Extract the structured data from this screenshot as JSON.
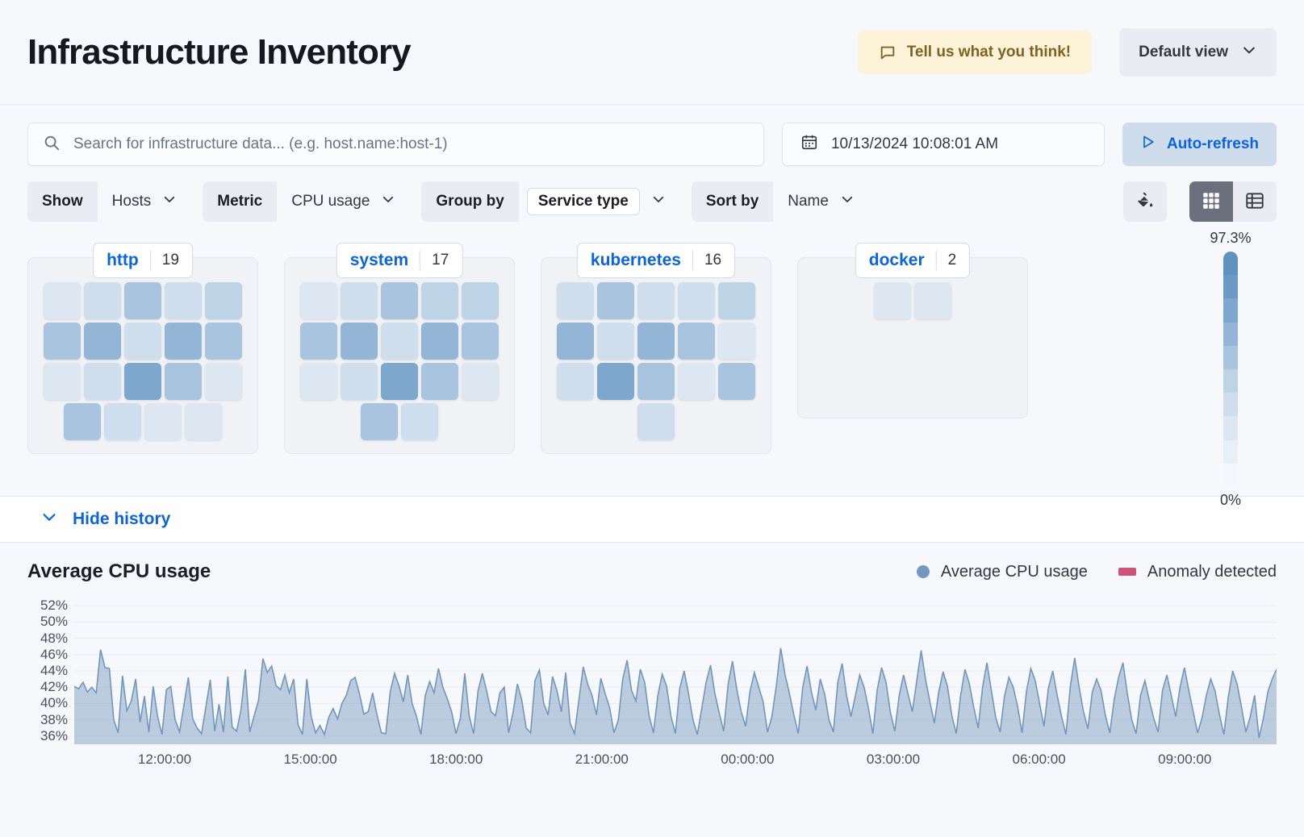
{
  "header": {
    "title": "Infrastructure Inventory",
    "feedback_label": "Tell us what you think!",
    "view_label": "Default view"
  },
  "search": {
    "placeholder": "Search for infrastructure data... (e.g. host.name:host-1)",
    "value": ""
  },
  "datepicker": {
    "value": "10/13/2024 10:08:01 AM"
  },
  "autorefresh": {
    "label": "Auto-refresh"
  },
  "filters": [
    {
      "label": "Show",
      "value": "Hosts",
      "pill": false
    },
    {
      "label": "Metric",
      "value": "CPU usage",
      "pill": false
    },
    {
      "label": "Group by",
      "value": "Service type",
      "pill": true
    },
    {
      "label": "Sort by",
      "value": "Name",
      "pill": false
    }
  ],
  "view_toggle": {
    "palette_icon": "paint-bucket-icon",
    "grid_icon": "grid-view-icon",
    "table_icon": "table-view-icon",
    "selected": "grid"
  },
  "legend_scale": {
    "max_label": "97.3%",
    "min_label": "0%",
    "colors": [
      "#6092c0",
      "#6a99c4",
      "#7ea7cd",
      "#93b6d6",
      "#a8c4de",
      "#bdd3e6",
      "#cfdeed",
      "#dde7f2",
      "#e9eff7",
      "#f4f7fb"
    ]
  },
  "groups": [
    {
      "name": "http",
      "count": "19",
      "values": [
        0.22,
        0.35,
        0.52,
        0.38,
        0.42,
        0.5,
        0.72,
        0.38,
        0.62,
        0.52,
        0.22,
        0.36,
        0.8,
        0.58,
        0.2,
        0.55,
        0.32,
        0.2,
        0.22
      ]
    },
    {
      "name": "system",
      "count": "17",
      "values": [
        0.22,
        0.38,
        0.5,
        0.4,
        0.42,
        0.5,
        0.72,
        0.34,
        0.62,
        0.52,
        0.22,
        0.38,
        0.8,
        0.58,
        0.22,
        0.55,
        0.35
      ]
    },
    {
      "name": "kubernetes",
      "count": "16",
      "values": [
        0.35,
        0.5,
        0.38,
        0.36,
        0.48,
        0.72,
        0.36,
        0.62,
        0.5,
        0.2,
        0.38,
        0.78,
        0.56,
        0.2,
        0.52,
        0.36
      ]
    },
    {
      "name": "docker",
      "count": "2",
      "values": [
        0.2,
        0.2
      ]
    }
  ],
  "history": {
    "toggle_label": "Hide history"
  },
  "chart_data": {
    "type": "area",
    "title": "Average CPU usage",
    "xlabel": "",
    "ylabel": "",
    "grid": true,
    "legend_position": "top-right",
    "legend": [
      {
        "name": "Average CPU usage",
        "color": "#7296bd",
        "marker": "circle"
      },
      {
        "name": "Anomaly detected",
        "color": "#cc5478",
        "marker": "rect"
      }
    ],
    "ylim": [
      35,
      53
    ],
    "yticks": [
      "52%",
      "50%",
      "48%",
      "46%",
      "44%",
      "42%",
      "40%",
      "38%",
      "36%"
    ],
    "ytick_values": [
      52,
      50,
      48,
      46,
      44,
      42,
      40,
      38,
      36
    ],
    "xticks": [
      "12:00:00",
      "15:00:00",
      "18:00:00",
      "21:00:00",
      "00:00:00",
      "03:00:00",
      "06:00:00",
      "09:00:00"
    ],
    "series": [
      {
        "name": "Average CPU usage",
        "values": [
          42.1,
          41.8,
          42.6,
          41.4,
          42.0,
          41.3,
          46.6,
          44.4,
          44.3,
          38.0,
          36.4,
          43.4,
          39.1,
          40.3,
          43.0,
          37.7,
          40.9,
          36.5,
          42.1,
          38.4,
          36.2,
          41.7,
          42.1,
          38.0,
          36.5,
          39.8,
          43.2,
          38.1,
          37.0,
          36.3,
          39.6,
          42.9,
          36.6,
          39.9,
          36.5,
          43.3,
          37.1,
          36.6,
          39.2,
          44.2,
          36.5,
          38.5,
          40.4,
          45.5,
          43.8,
          44.6,
          42.2,
          41.7,
          43.5,
          41.3,
          43.0,
          37.4,
          36.2,
          43.0,
          38.4,
          36.4,
          37.3,
          36.2,
          38.3,
          39.4,
          38.1,
          40.0,
          41.0,
          42.8,
          43.2,
          41.2,
          38.7,
          39.0,
          41.3,
          38.6,
          36.4,
          36.3,
          41.4,
          43.7,
          42.2,
          40.2,
          43.5,
          40.0,
          38.4,
          36.2,
          41.0,
          42.7,
          41.3,
          44.3,
          42.0,
          40.6,
          39.0,
          36.3,
          38.2,
          43.7,
          38.5,
          36.3,
          41.5,
          43.7,
          41.5,
          39.0,
          38.5,
          41.3,
          42.0,
          36.4,
          38.9,
          42.4,
          40.4,
          37.0,
          36.4,
          42.8,
          44.1,
          40.0,
          38.6,
          43.3,
          41.6,
          39.0,
          43.8,
          37.6,
          36.3,
          40.4,
          44.5,
          42.4,
          41.0,
          38.6,
          43.1,
          41.2,
          39.5,
          36.4,
          38.0,
          43.0,
          45.3,
          41.6,
          40.3,
          44.2,
          42.6,
          38.5,
          36.4,
          41.0,
          43.6,
          42.1,
          38.4,
          36.3,
          41.9,
          44.0,
          41.2,
          38.0,
          36.2,
          39.4,
          42.6,
          44.7,
          41.2,
          38.8,
          36.6,
          42.3,
          45.2,
          41.7,
          39.0,
          37.2,
          41.5,
          43.8,
          42.0,
          40.2,
          36.5,
          38.4,
          42.2,
          46.8,
          43.5,
          41.2,
          38.6,
          36.3,
          41.9,
          44.6,
          41.4,
          39.2,
          43.0,
          41.2,
          38.0,
          36.5,
          42.6,
          44.9,
          41.0,
          38.4,
          40.9,
          43.5,
          42.0,
          39.4,
          36.3,
          41.7,
          44.4,
          42.6,
          38.9,
          36.6,
          41.0,
          43.5,
          41.2,
          39.0,
          42.8,
          46.5,
          43.0,
          40.2,
          37.6,
          41.4,
          43.9,
          42.1,
          38.5,
          36.3,
          41.0,
          44.2,
          42.4,
          39.5,
          37.0,
          42.0,
          45.0,
          41.6,
          38.3,
          36.5,
          40.9,
          43.2,
          42.0,
          39.6,
          36.4,
          41.5,
          44.3,
          42.8,
          40.0,
          37.2,
          41.9,
          44.0,
          41.0,
          38.4,
          36.2,
          42.1,
          45.6,
          42.0,
          39.0,
          36.9,
          41.4,
          43.0,
          41.6,
          38.5,
          36.4,
          40.5,
          43.2,
          45.0,
          41.2,
          38.0,
          36.3,
          41.0,
          42.8,
          40.4,
          38.2,
          36.5,
          41.6,
          43.5,
          41.0,
          38.4,
          42.0,
          44.4,
          41.6,
          39.0,
          36.4,
          38.2,
          41.0,
          43.0,
          41.5,
          38.6,
          36.2,
          40.8,
          44.0,
          42.4,
          39.6,
          36.5,
          38.4,
          41.0,
          35.8,
          38.2,
          41.4,
          43.0,
          44.2
        ]
      }
    ]
  }
}
